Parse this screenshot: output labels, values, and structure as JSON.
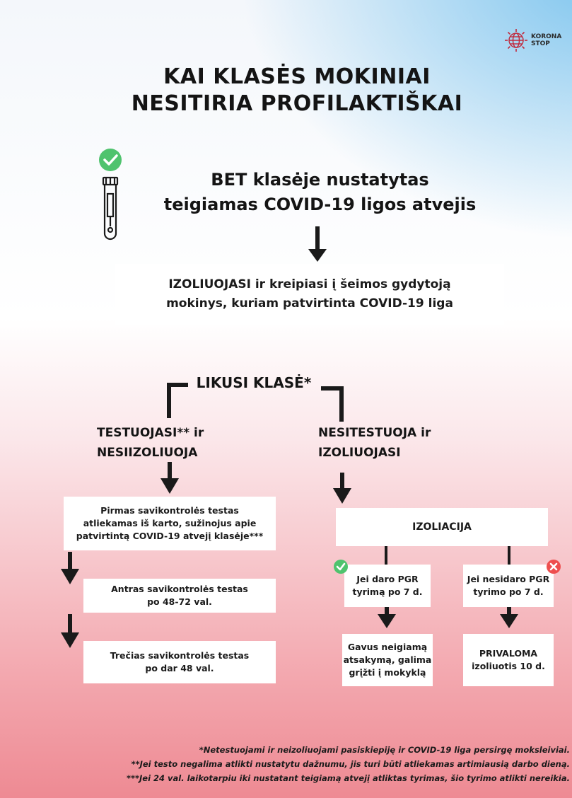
{
  "logo": {
    "line1": "KORONA",
    "line2": "STOP"
  },
  "title": {
    "line1": "KAI KLASĖS MOKINIAI",
    "line2": "NESITIRIA PROFILAKTIŠKAI"
  },
  "subtitle": {
    "line1": "BET klasėje nustatytas",
    "line2": "teigiamas COVID-19 ligos atvejis"
  },
  "confirmed": {
    "line1": "IZOLIUOJASI ir kreipiasi į šeimos gydytoją",
    "line2": "mokinys, kuriam patvirtinta COVID-19 liga"
  },
  "rest_of_class": "LIKUSI KLASĖ*",
  "left_branch": {
    "line1": "TESTUOJASI** ir",
    "line2": "NESIIZOLIUOJA",
    "steps": [
      {
        "line1": "Pirmas savikontrolės testas",
        "line2": "atliekamas iš karto, sužinojus apie",
        "line3": "patvirtintą COVID-19 atvejį klasėje***"
      },
      {
        "line1": "Antras savikontrolės testas",
        "line2": "po 48-72 val."
      },
      {
        "line1": "Trečias savikontrolės testas",
        "line2": "po dar 48 val."
      }
    ]
  },
  "right_branch": {
    "line1": "NESITESTUOJA ir",
    "line2": "IZOLIUOJASI",
    "isolation": "IZOLIACIJA",
    "pcr_yes": {
      "line1": "Jei daro PGR",
      "line2": "tyrimą po 7 d."
    },
    "pcr_no": {
      "line1": "Jei nesidaro PGR",
      "line2": "tyrimo po 7 d."
    },
    "result_yes": {
      "line1": "Gavus neigiamą",
      "line2": "atsakymą, galima",
      "line3": "grįžti į mokyklą"
    },
    "result_no": {
      "line1": "PRIVALOMA",
      "line2": "izoliuotis 10 d."
    }
  },
  "footnotes": [
    "*Netestuojami ir neizoliuojami pasiskiepiję ir COVID-19 liga persirgę moksleiviai.",
    "**Jei testo negalima atlikti nustatytu dažnumu, jis turi būti atliekamas artimiausią darbo dieną.",
    "***Jei 24 val. laikotarpiu iki nustatant teigiamą atvejį atliktas tyrimas, šio tyrimo atlikti nereikia."
  ],
  "colors": {
    "check_green": "#4fc36e",
    "cross_red": "#ee4e4e",
    "logo_red": "#c0283c"
  },
  "icons": [
    "test-tube-icon",
    "check-circle-icon",
    "cross-circle-icon",
    "globe-logo-icon",
    "down-arrow-icon"
  ]
}
